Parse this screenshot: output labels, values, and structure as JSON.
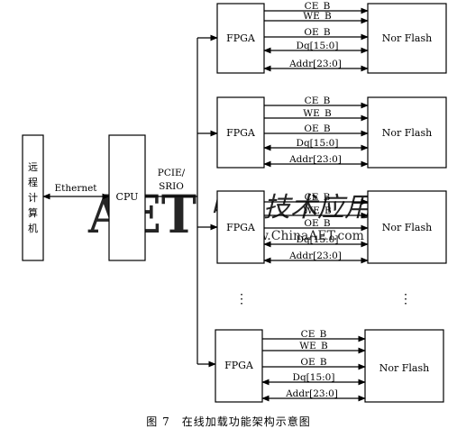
{
  "remote": {
    "label": "远程计算机",
    "chars": [
      "远",
      "程",
      "计",
      "算",
      "机"
    ]
  },
  "link_ethernet": "Ethernet",
  "cpu": {
    "label": "CPU"
  },
  "bus_label": {
    "line1": "PCIE/",
    "line2": "SRIO"
  },
  "ellipsis": "⋮",
  "fpga_groups": [
    {
      "fpga": "FPGA",
      "flash": "Nor Flash",
      "signals": [
        "CE_B",
        "WE_B",
        "OE_B",
        "Dq[15:0]",
        "Addr[23:0]"
      ]
    },
    {
      "fpga": "FPGA",
      "flash": "Nor Flash",
      "signals": [
        "CE_B",
        "WE_B",
        "OE_B",
        "Dq[15:0]",
        "Addr[23:0]"
      ]
    },
    {
      "fpga": "FPGA",
      "flash": "Nor Flash",
      "signals": [
        "CE_B",
        "WE_B",
        "OE_B",
        "Dq[15:0]",
        "Addr[23:0]"
      ]
    },
    {
      "fpga": "FPGA",
      "flash": "Nor Flash",
      "signals": [
        "CE_B",
        "WE_B",
        "OE_B",
        "Dq[15:0]",
        "Addr[23:0]"
      ]
    }
  ],
  "watermark": {
    "logo": "AET",
    "site_cn": "电子技术应用",
    "url": "www.ChinaAET.com"
  },
  "caption": "图 7　在线加载功能架构示意图"
}
